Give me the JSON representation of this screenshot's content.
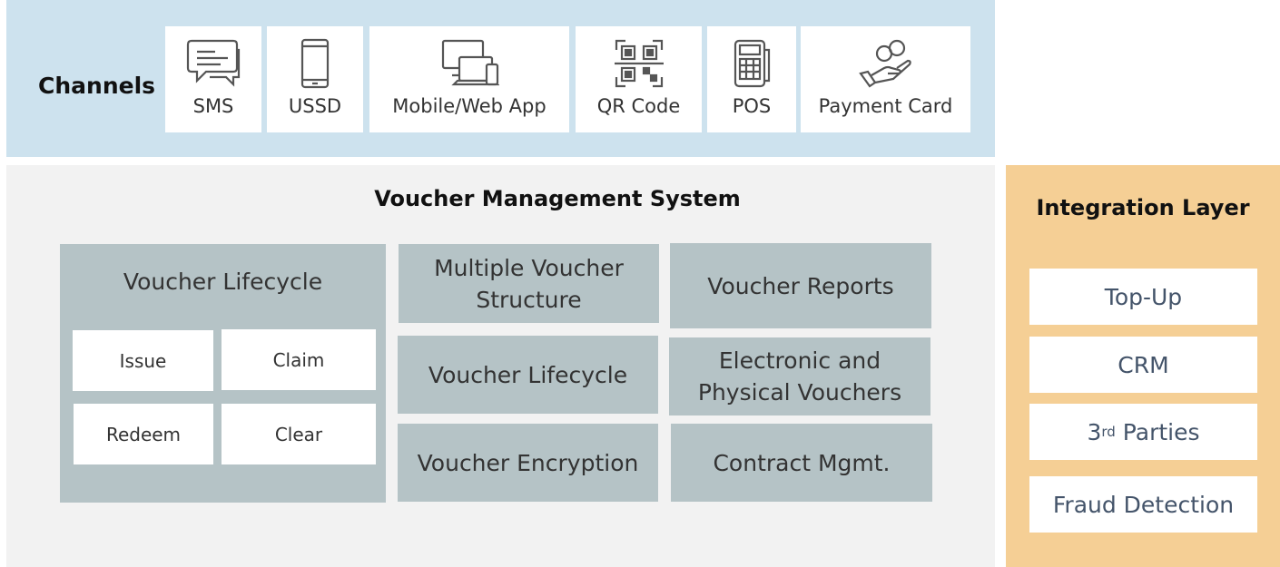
{
  "channels": {
    "title": "Channels",
    "items": [
      {
        "label": "SMS",
        "icon": "chat-bubbles-icon"
      },
      {
        "label": "USSD",
        "icon": "mobile-phone-icon"
      },
      {
        "label": "Mobile/Web App",
        "icon": "devices-icon"
      },
      {
        "label": "QR Code",
        "icon": "qr-code-icon"
      },
      {
        "label": "POS",
        "icon": "pos-terminal-icon"
      },
      {
        "label": "Payment Card",
        "icon": "hand-coins-icon"
      }
    ]
  },
  "vms": {
    "title": "Voucher Management System",
    "lifecycle": {
      "title": "Voucher Lifecycle",
      "items": [
        "Issue",
        "Claim",
        "Redeem",
        "Clear"
      ]
    },
    "modules": [
      {
        "line1": "Multiple Voucher",
        "line2": "Structure"
      },
      {
        "line1": "Voucher Reports",
        "line2": ""
      },
      {
        "line1": "Voucher Lifecycle",
        "line2": ""
      },
      {
        "line1": "Electronic and",
        "line2": "Physical Vouchers"
      },
      {
        "line1": "Voucher Encryption",
        "line2": ""
      },
      {
        "line1": "Contract Mgmt.",
        "line2": ""
      }
    ]
  },
  "integration": {
    "title": "Integration Layer",
    "items": {
      "topup": "Top-Up",
      "crm": "CRM",
      "third_num": "3",
      "third_sup": "rd",
      "third_rest": " Parties",
      "fraud": "Fraud Detection"
    }
  },
  "colors": {
    "channels_bg": "#cde2ee",
    "vms_bg": "#f2f2f2",
    "tile": "#b5c3c6",
    "integration_bg": "#f5cf95",
    "integration_text": "#44546a"
  }
}
